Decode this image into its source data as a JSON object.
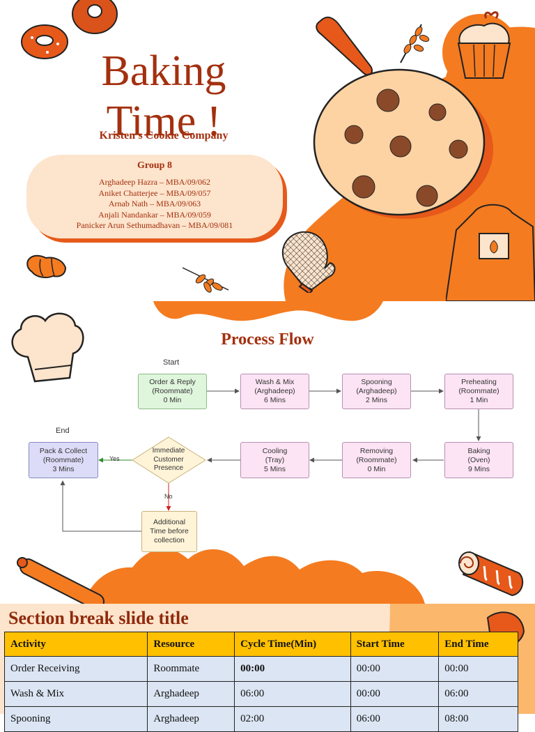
{
  "slide1": {
    "title": "Baking Time !",
    "company": "Kristen's Cookie Company",
    "group": "Group 8",
    "members": [
      "Arghadeep Hazra – MBA/09/062",
      "Aniket Chatterjee – MBA/09/057",
      "Arnab Nath – MBA/09/063",
      "Anjali Nandankar – MBA/09/059",
      "Panicker Arun Sethumadhavan – MBA/09/081"
    ]
  },
  "slide2": {
    "title": "Process Flow",
    "start_label": "Start",
    "end_label": "End",
    "yes_label": "Yes",
    "no_label": "No",
    "steps": {
      "order": [
        "Order & Reply",
        "(Roommate)",
        "0 Min"
      ],
      "wash": [
        "Wash & Mix",
        "(Arghadeep)",
        "6 Mins"
      ],
      "spoon": [
        "Spooning",
        "(Arghadeep)",
        "2 Mins"
      ],
      "preheat": [
        "Preheating",
        "(Roommate)",
        "1 Min"
      ],
      "baking": [
        "Baking",
        "(Oven)",
        "9 Mins"
      ],
      "removing": [
        "Removing",
        "(Roommate)",
        "0 Min"
      ],
      "cooling": [
        "Cooling",
        "(Tray)",
        "5 Mins"
      ],
      "decision": [
        "Immediate",
        "Customer",
        "Presence"
      ],
      "pack": [
        "Pack & Collect",
        "(Roommate)",
        "3 Mins"
      ],
      "additional": [
        "Additional",
        "Time before",
        "collection"
      ]
    }
  },
  "slide3": {
    "title": "Section break slide title",
    "headers": [
      "Activity",
      "Resource",
      "Cycle Time(Min)",
      "Start Time",
      "End Time"
    ],
    "rows": [
      [
        "Order Receiving",
        "Roommate",
        "00:00",
        "00:00",
        "00:00"
      ],
      [
        "Wash & Mix",
        "Arghadeep",
        "06:00",
        "00:00",
        "06:00"
      ],
      [
        "Spooning",
        "Arghadeep",
        "02:00",
        "06:00",
        "08:00"
      ]
    ]
  },
  "colors": {
    "orange": "#f47b20",
    "dark_orange": "#e6591a",
    "title_red": "#a3300f",
    "peach": "#fde4cc",
    "table_header": "#ffc000",
    "table_cell": "#dbe5f3"
  }
}
